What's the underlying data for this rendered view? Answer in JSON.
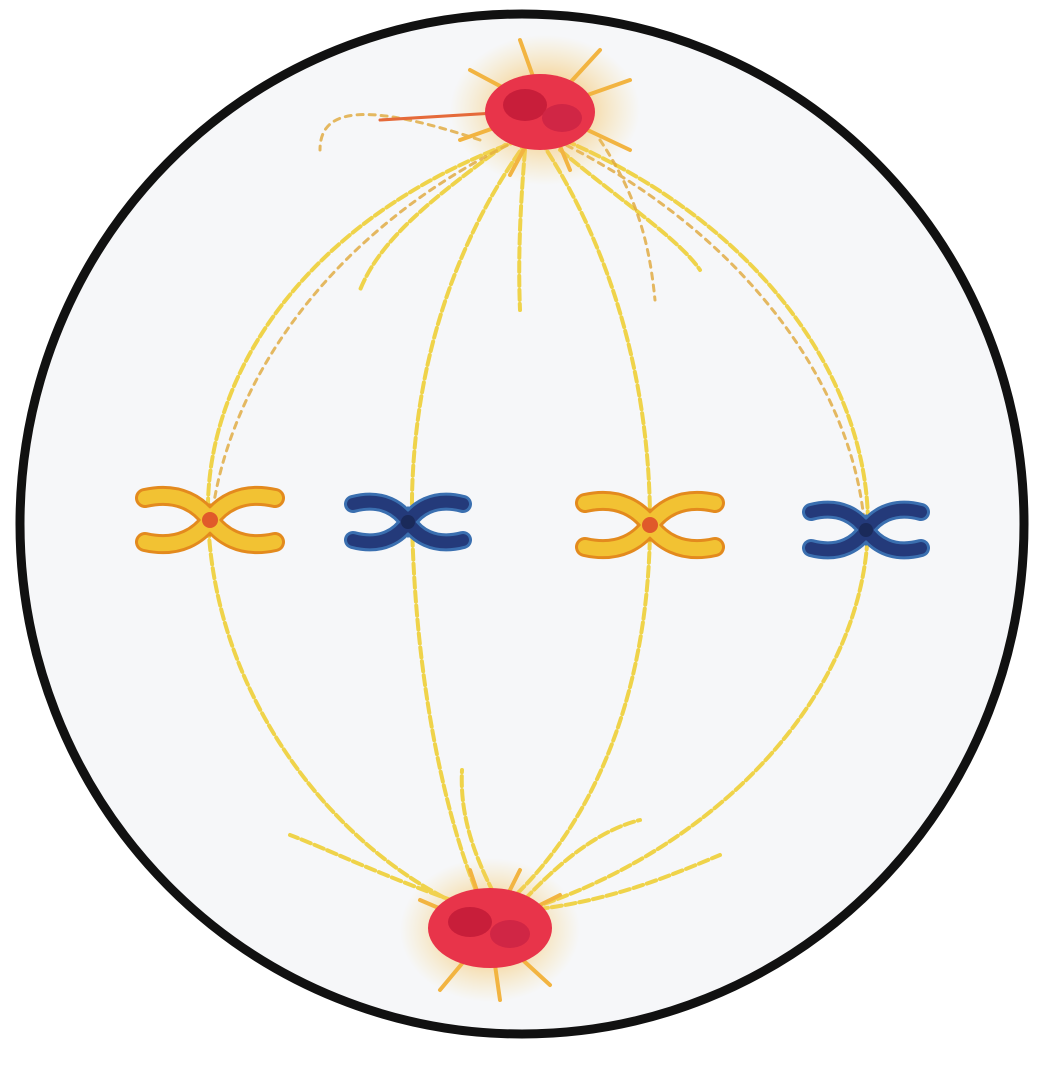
{
  "diagram": {
    "stage": "",
    "colors": {
      "background": "#ffffff",
      "cell_fill": "#f6f7f9",
      "cell_outline": "#111111",
      "centrosome": "#e8344a",
      "centrosome_glow": "#f6a43b",
      "spindle_fiber": "#efd34a",
      "spindle_fiber_dark": "#e0a83a",
      "chromosome_yellow": "#f2c233",
      "chromosome_yellow_edge": "#e38a1e",
      "chromosome_blue": "#243a7a",
      "chromosome_blue_edge": "#3a6fb0"
    },
    "centrosomes": [
      {
        "name": "top-centrosome"
      },
      {
        "name": "bottom-centrosome"
      }
    ],
    "chromosomes": [
      {
        "name": "chromosome-1",
        "color": "yellow"
      },
      {
        "name": "chromosome-2",
        "color": "blue"
      },
      {
        "name": "chromosome-3",
        "color": "yellow"
      },
      {
        "name": "chromosome-4",
        "color": "blue"
      }
    ]
  }
}
